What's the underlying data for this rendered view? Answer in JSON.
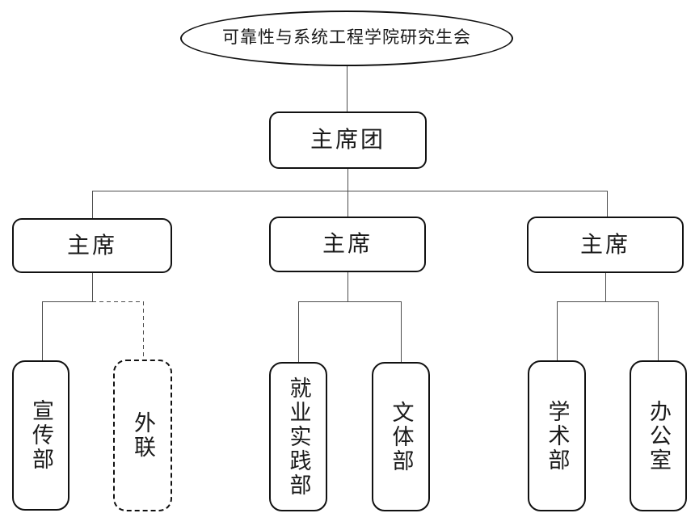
{
  "diagram": {
    "type": "org-chart",
    "root": {
      "label": "可靠性与系统工程学院研究生会",
      "shape": "ellipse",
      "border": "solid"
    },
    "presidium": {
      "label": "主席团",
      "shape": "rounded-rect",
      "border": "solid"
    },
    "chairs": [
      {
        "label": "主席",
        "border": "solid"
      },
      {
        "label": "主席",
        "border": "solid"
      },
      {
        "label": "主席",
        "border": "solid"
      }
    ],
    "departments": [
      {
        "label": "宣传部",
        "border": "solid",
        "parent_chair": 1
      },
      {
        "label": "外联",
        "border": "dashed",
        "parent_chair": 1
      },
      {
        "label": "就业实践部",
        "border": "solid",
        "parent_chair": 2
      },
      {
        "label": "文体部",
        "border": "solid",
        "parent_chair": 2
      },
      {
        "label": "学术部",
        "border": "solid",
        "parent_chair": 3
      },
      {
        "label": "办公室",
        "border": "solid",
        "parent_chair": 3
      }
    ],
    "colors": {
      "background": "#ffffff",
      "node_border": "#111111",
      "connector": "#4d4d4d",
      "text": "#1a1a1a"
    }
  }
}
